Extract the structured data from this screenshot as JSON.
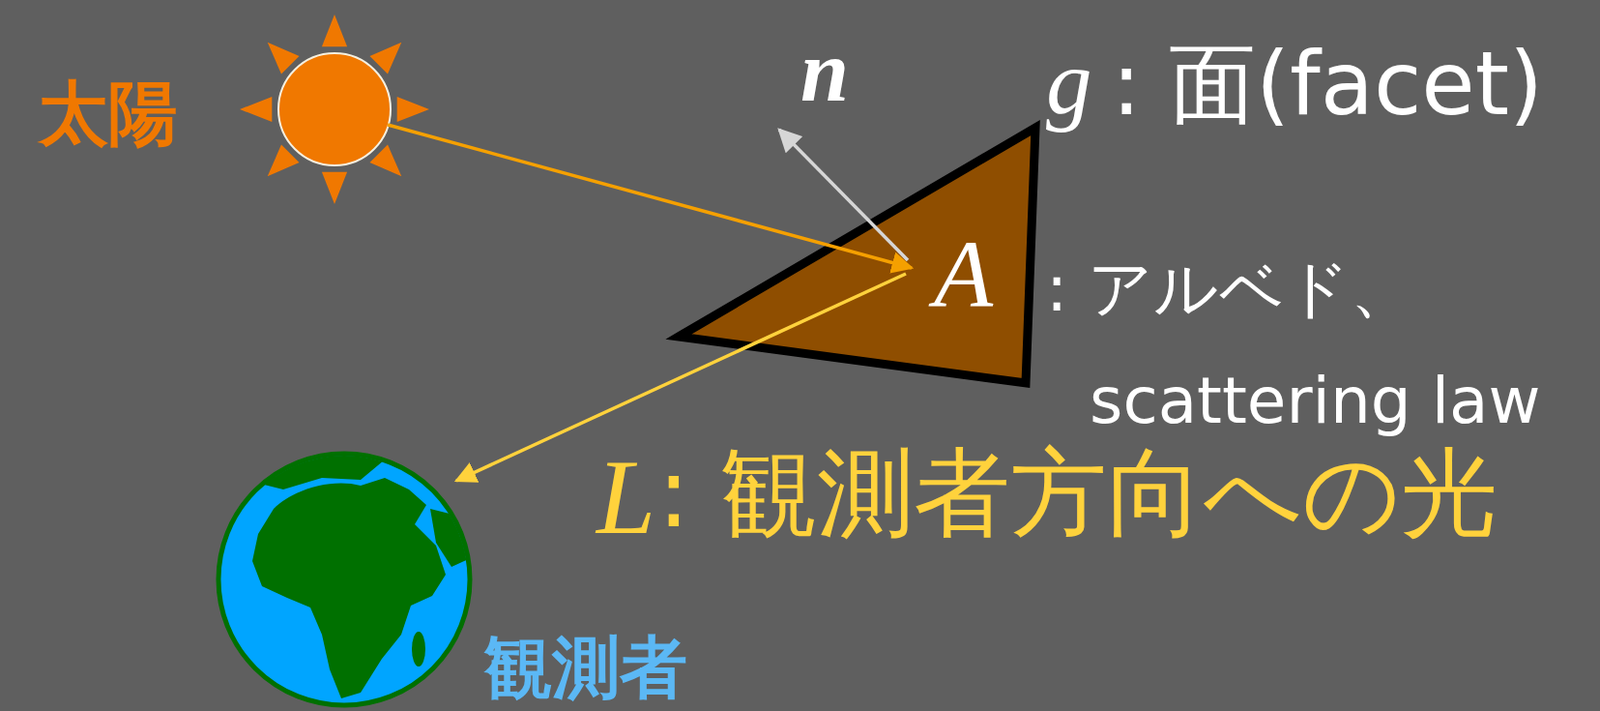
{
  "diagram": {
    "nodes": [
      {
        "text": [
          "太陽"
        ]
      },
      {
        "text": [
          "A"
        ]
      },
      {
        "text": [
          "観測者"
        ]
      }
    ],
    "edges": [
      {
        "from": 0,
        "to": 1,
        "arrow": "to"
      },
      {
        "from": 1,
        "to": 2,
        "arrow": "to"
      }
    ],
    "labels": [
      "n",
      "g",
      ": 面(facet)",
      ": アルベド、",
      "scattering law",
      "L",
      ": 観測者方向への光"
    ]
  }
}
